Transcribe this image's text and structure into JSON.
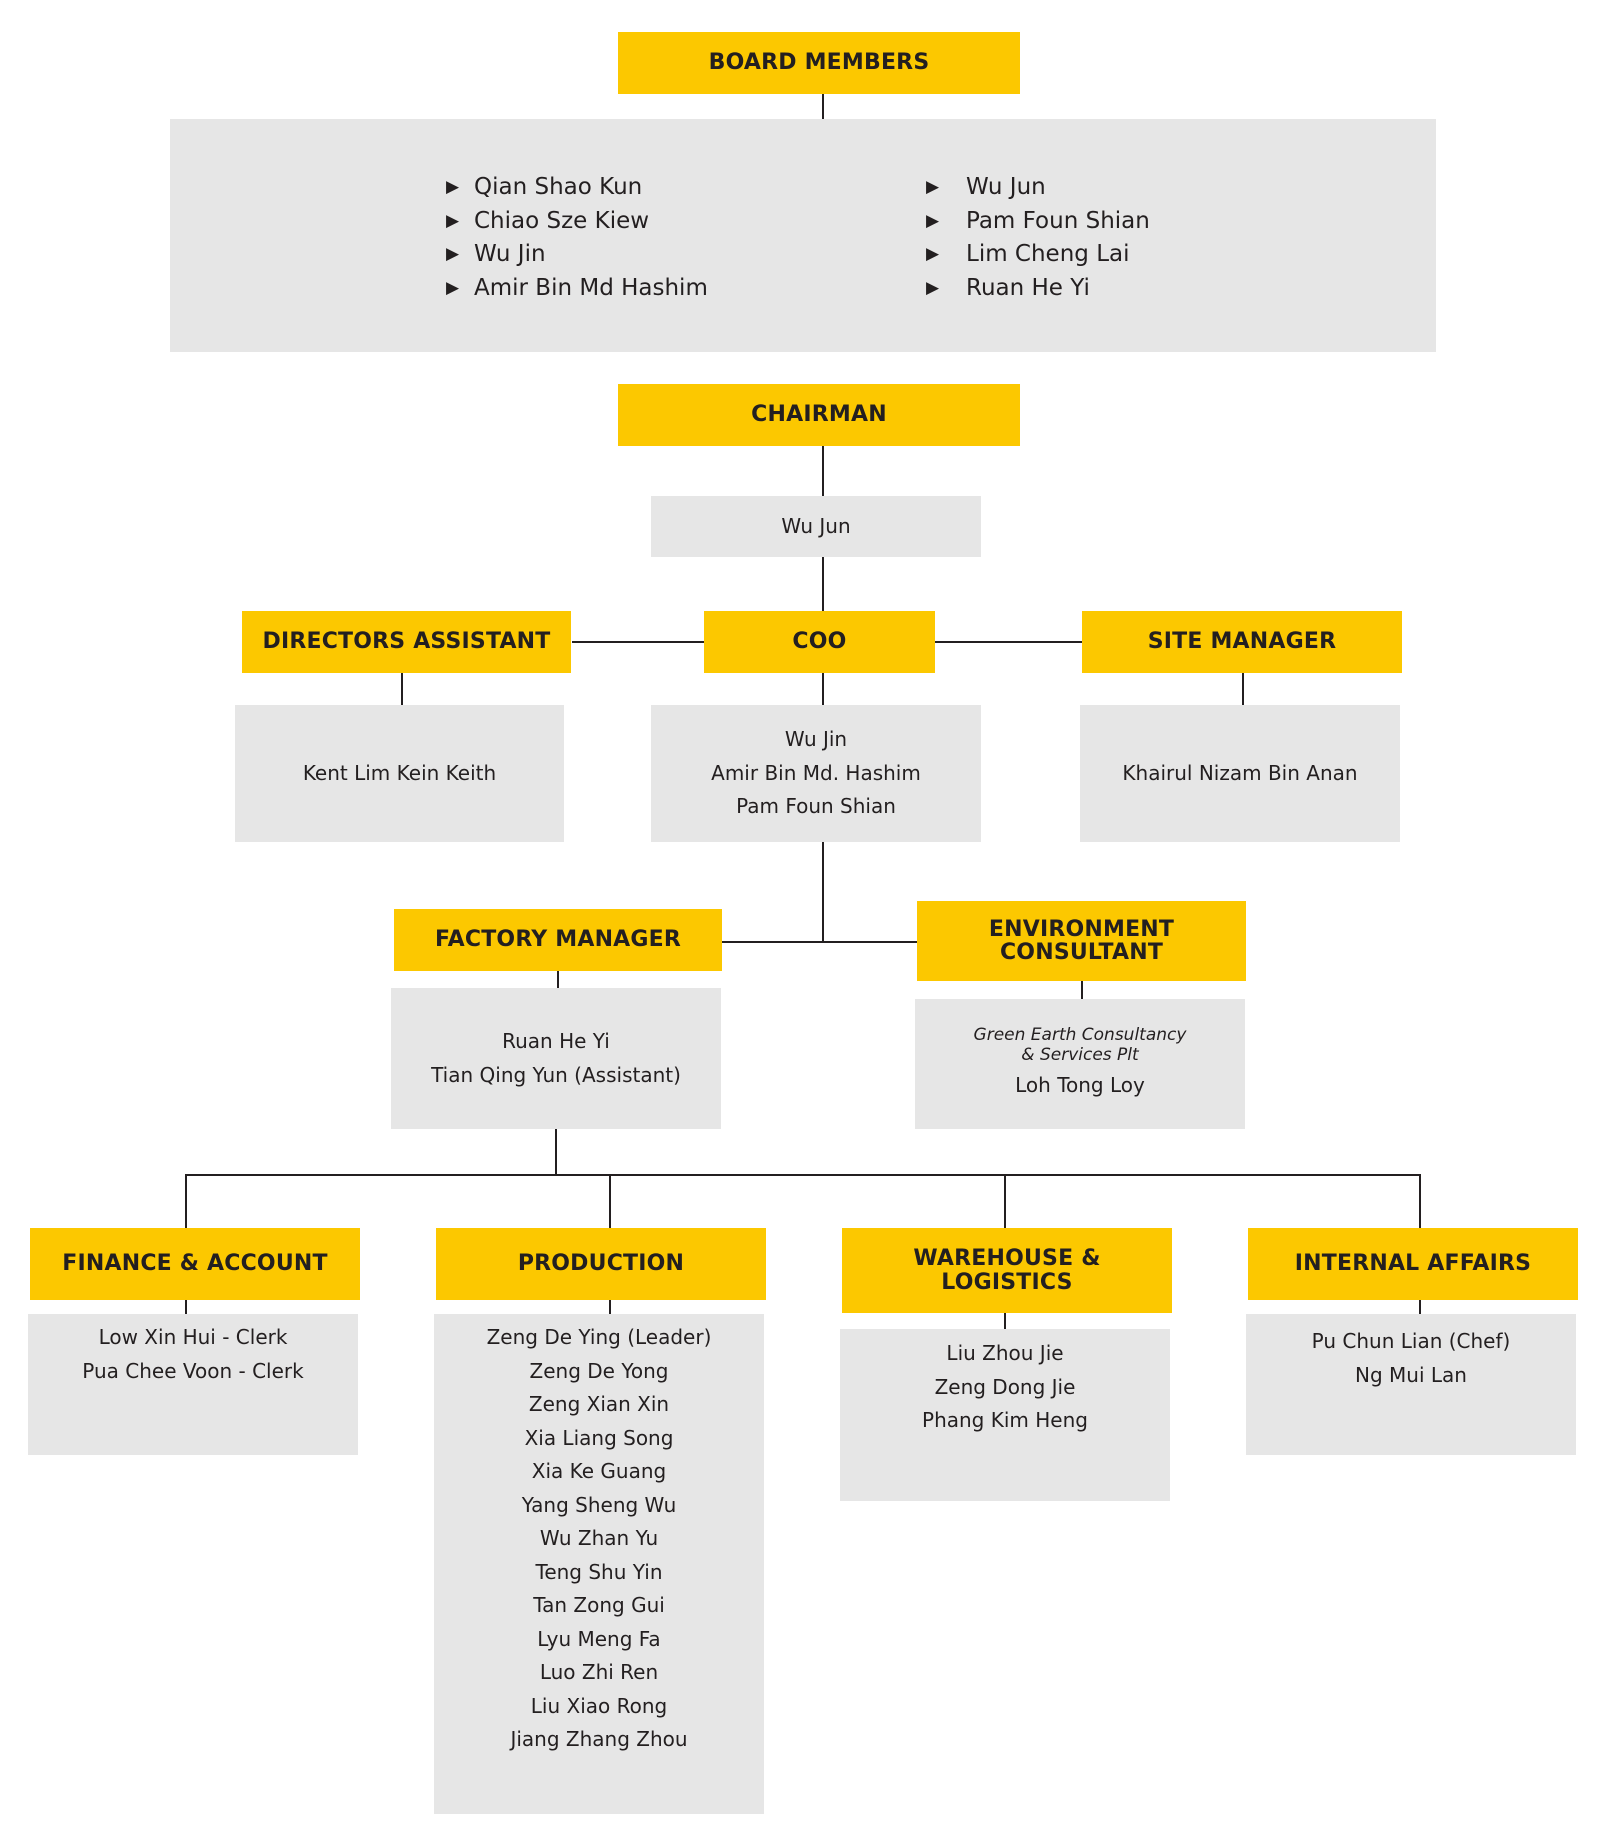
{
  "board": {
    "title": "BOARD MEMBERS",
    "col1": [
      "Qian Shao Kun",
      "Chiao Sze Kiew",
      "Wu Jin",
      "Amir Bin Md Hashim"
    ],
    "col2": [
      "Wu Jun",
      "Pam Foun Shian",
      "Lim Cheng Lai",
      "Ruan He Yi"
    ]
  },
  "chairman": {
    "title": "CHAIRMAN",
    "members": [
      "Wu Jun"
    ]
  },
  "coo": {
    "title": "COO",
    "members": [
      "Wu Jin",
      "Amir Bin Md. Hashim",
      "Pam Foun Shian"
    ]
  },
  "directors_assistant": {
    "title": "DIRECTORS ASSISTANT",
    "members": [
      "Kent Lim Kein Keith"
    ]
  },
  "site_manager": {
    "title": "SITE MANAGER",
    "members": [
      "Khairul Nizam Bin Anan"
    ]
  },
  "factory_manager": {
    "title": "FACTORY MANAGER",
    "members": [
      "Ruan He Yi",
      "Tian Qing Yun (Assistant)"
    ]
  },
  "environment_consultant": {
    "title_line1": "ENVIRONMENT",
    "title_line2": "CONSULTANT",
    "company_line1": "Green Earth Consultancy",
    "company_line2": "& Services Plt",
    "members": [
      "Loh Tong Loy"
    ]
  },
  "finance": {
    "title": "FINANCE & ACCOUNT",
    "members": [
      "Low Xin Hui - Clerk",
      "Pua Chee Voon - Clerk"
    ]
  },
  "production": {
    "title": "PRODUCTION",
    "members": [
      "Zeng De Ying (Leader)",
      "Zeng De Yong",
      "Zeng Xian Xin",
      "Xia Liang Song",
      "Xia Ke Guang",
      "Yang Sheng Wu",
      "Wu Zhan Yu",
      "Teng Shu Yin",
      "Tan Zong Gui",
      "Lyu Meng Fa",
      "Luo Zhi Ren",
      "Liu Xiao Rong",
      "Jiang Zhang Zhou"
    ]
  },
  "warehouse": {
    "title_line1": "WAREHOUSE &",
    "title_line2": "LOGISTICS",
    "members": [
      "Liu Zhou Jie",
      "Zeng Dong Jie",
      "Phang Kim Heng"
    ]
  },
  "internal_affairs": {
    "title": "INTERNAL AFFAIRS",
    "members": [
      "Pu Chun Lian (Chef)",
      "Ng Mui Lan"
    ]
  },
  "colors": {
    "accent": "#fcc800",
    "box": "#e6e6e6",
    "line": "#231f20"
  }
}
